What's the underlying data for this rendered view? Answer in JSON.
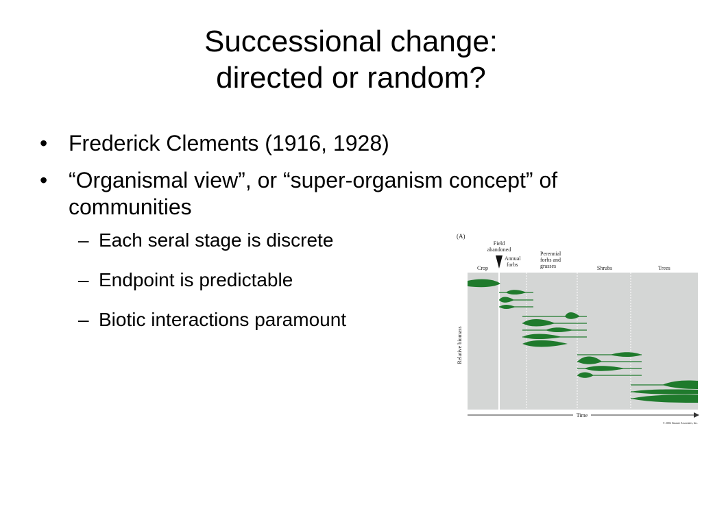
{
  "slide": {
    "title_line1": "Successional change:",
    "title_line2": "directed or random?",
    "bullets": [
      {
        "text": "Frederick Clements (1916, 1928)"
      },
      {
        "text": "“Organismal view”, or “super-organism concept” of communities"
      }
    ],
    "sub_bullets": [
      {
        "text": "Each seral stage is discrete"
      },
      {
        "text": "Endpoint is predictable"
      },
      {
        "text": "Biotic interactions paramount"
      }
    ]
  },
  "figure": {
    "panel_label": "(A)",
    "field_abandoned_line1": "Field",
    "field_abandoned_line2": "abandoned",
    "stages": {
      "crop": "Crop",
      "annual_line1": "Annual",
      "annual_line2": "forbs",
      "perennial_line1": "Perennial",
      "perennial_line2": "forbs and",
      "perennial_line3": "grasses",
      "shrubs": "Shrubs",
      "trees": "Trees"
    },
    "y_label": "Relative biomass",
    "x_label": "Time",
    "copyright": "© 2002 Sinauer Associates, Inc.",
    "colors": {
      "panel": "#d4d6d5",
      "species": "#1f7a2c",
      "line": "#1f7a2c"
    }
  }
}
